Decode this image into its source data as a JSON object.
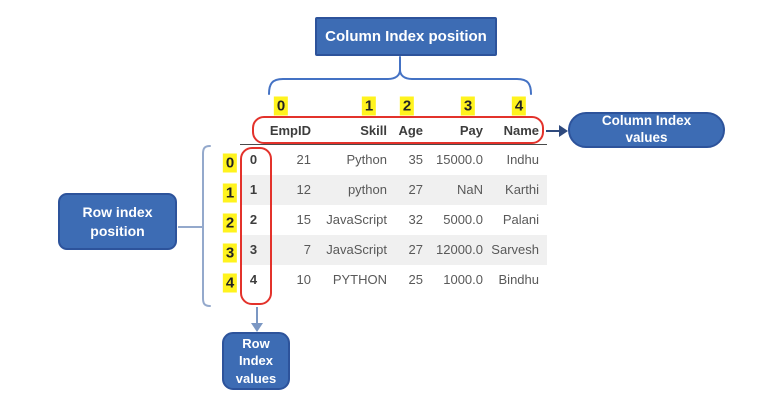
{
  "diagram": {
    "column_index_position_box": {
      "label": "Column Index position"
    },
    "column_index_values_box": {
      "line1": "Column Index",
      "line2": "values"
    },
    "row_index_position_box": {
      "line1": "Row index",
      "line2": "position"
    },
    "row_index_values_box": {
      "line1": "Row",
      "line2": "Index",
      "line3": "values"
    },
    "column_index_positions": [
      "0",
      "1",
      "2",
      "3",
      "4"
    ],
    "row_index_positions": [
      "0",
      "1",
      "2",
      "3",
      "4"
    ]
  },
  "table": {
    "columns": [
      "EmpID",
      "Skill",
      "Age",
      "Pay",
      "Name"
    ],
    "index": [
      "0",
      "1",
      "2",
      "3",
      "4"
    ],
    "rows": [
      [
        "21",
        "Python",
        "35",
        "15000.0",
        "Indhu"
      ],
      [
        "12",
        "python",
        "27",
        "NaN",
        "Karthi"
      ],
      [
        "15",
        "JavaScript",
        "32",
        "5000.0",
        "Palani"
      ],
      [
        "7",
        "JavaScript",
        "27",
        "12000.0",
        "Sarvesh"
      ],
      [
        "10",
        "PYTHON",
        "25",
        "1000.0",
        "Bindhu"
      ]
    ]
  },
  "colors": {
    "box_blue": "#3d6cb4",
    "box_blue_border": "#2d539b",
    "brace_blue": "#4472c4",
    "bracket_blue": "#94a9cc",
    "arrow_dark_blue": "#2f4a7d",
    "outline_red": "#e3322b",
    "highlight_yellow": "#fff31e",
    "row_stripe_gray": "#f0f0f0"
  }
}
